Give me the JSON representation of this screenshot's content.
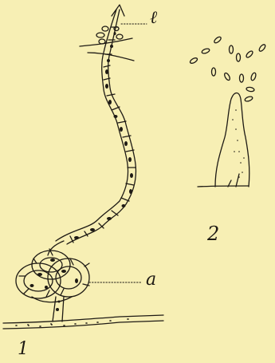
{
  "figure": {
    "labels": {
      "b": "ℓ",
      "a": "a",
      "fig1": "1",
      "fig2": "2"
    },
    "colors": {
      "background": "#f7efb4",
      "ink": "#1e1a14"
    }
  }
}
